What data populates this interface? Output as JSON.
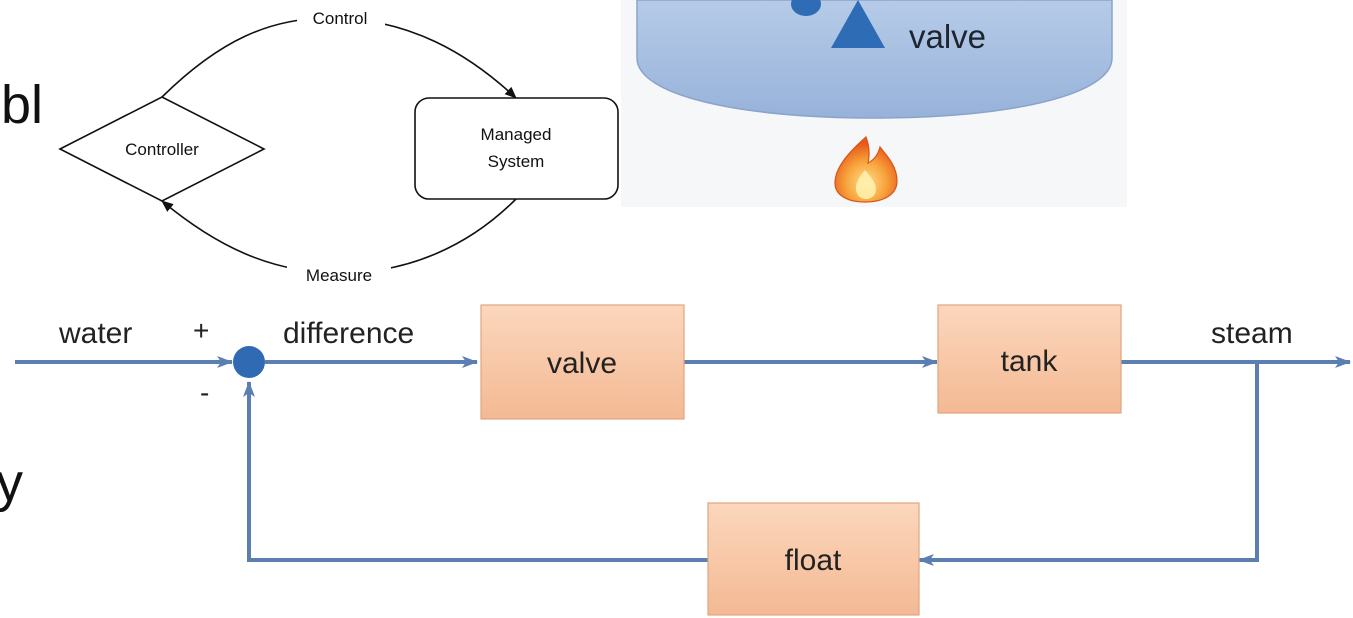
{
  "slide_fragments": {
    "upper": "bl",
    "lower": "y"
  },
  "control_loop_diagram": {
    "controller_label": "Controller",
    "managed_system_line1": "Managed",
    "managed_system_line2": "System",
    "top_arrow_label": "Control",
    "bottom_arrow_label": "Measure"
  },
  "boiler_illustration": {
    "valve_label": "valve",
    "tank_color": "#a9c1e3",
    "valve_color": "#2e6db5",
    "flame_color": "#f07a1e"
  },
  "block_diagram": {
    "input_label": "water",
    "plus_sign": "+",
    "minus_sign": "-",
    "error_label": "difference",
    "valve_block": "valve",
    "tank_block": "tank",
    "output_label": "steam",
    "float_block": "float",
    "block_fill": "#f8c9a6",
    "arrow_color": "#5a7fb0",
    "summing_junction_color": "#2f6ab2"
  }
}
